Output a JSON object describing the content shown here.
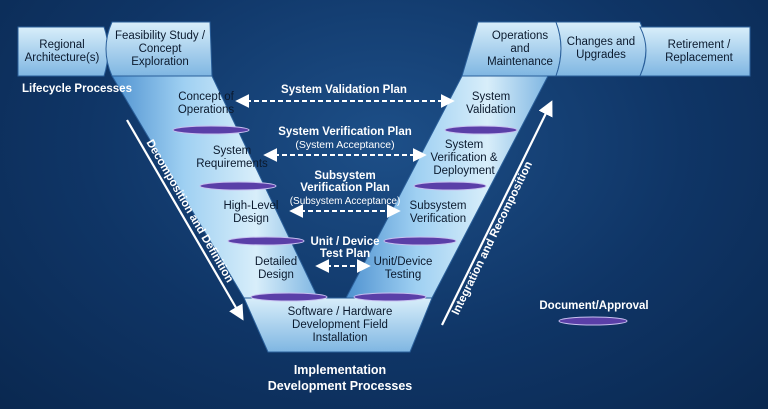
{
  "left_arm": {
    "regional_architecture": "Regional Architecture(s)",
    "feasibility": "Feasibility Study / Concept Exploration",
    "concept_of_operations": "Concept of Operations",
    "system_requirements": "System Requirements",
    "high_level_design": "High-Level Design",
    "detailed_design": "Detailed Design"
  },
  "bottom": {
    "implementation": "Software / Hardware Development Field Installation"
  },
  "right_arm": {
    "unit_device_testing": "Unit/Device Testing",
    "subsystem_verification": "Subsystem Verification",
    "system_verification": "System Verification & Deployment",
    "system_validation": "System Validation",
    "operations": "Operations and Maintenance",
    "changes": "Changes and Upgrades",
    "retirement": "Retirement / Replacement"
  },
  "plans": {
    "validation": "System Validation Plan",
    "verification": "System Verification Plan",
    "verification_sub": "(System Acceptance)",
    "subsystem_line1": "Subsystem",
    "subsystem_line2": "Verification Plan",
    "subsystem_sub": "(Subsystem Acceptance)",
    "unit_line1": "Unit / Device",
    "unit_line2": "Test Plan"
  },
  "captions": {
    "lifecycle": "Lifecycle Processes",
    "decomposition": "Decomposition and Definition",
    "integration": "Integration and Recomposition",
    "implementation_line1": "Implementation",
    "implementation_line2": "Development Processes",
    "legend": "Document/Approval"
  },
  "colors": {
    "box_light": "#cfe8f8",
    "box_mid": "#8fc4ec",
    "box_dark": "#4f92d0",
    "ellipse_fill": "#5a3fa8",
    "ellipse_stroke": "#c8c0f0",
    "arrow": "#ffffff"
  }
}
